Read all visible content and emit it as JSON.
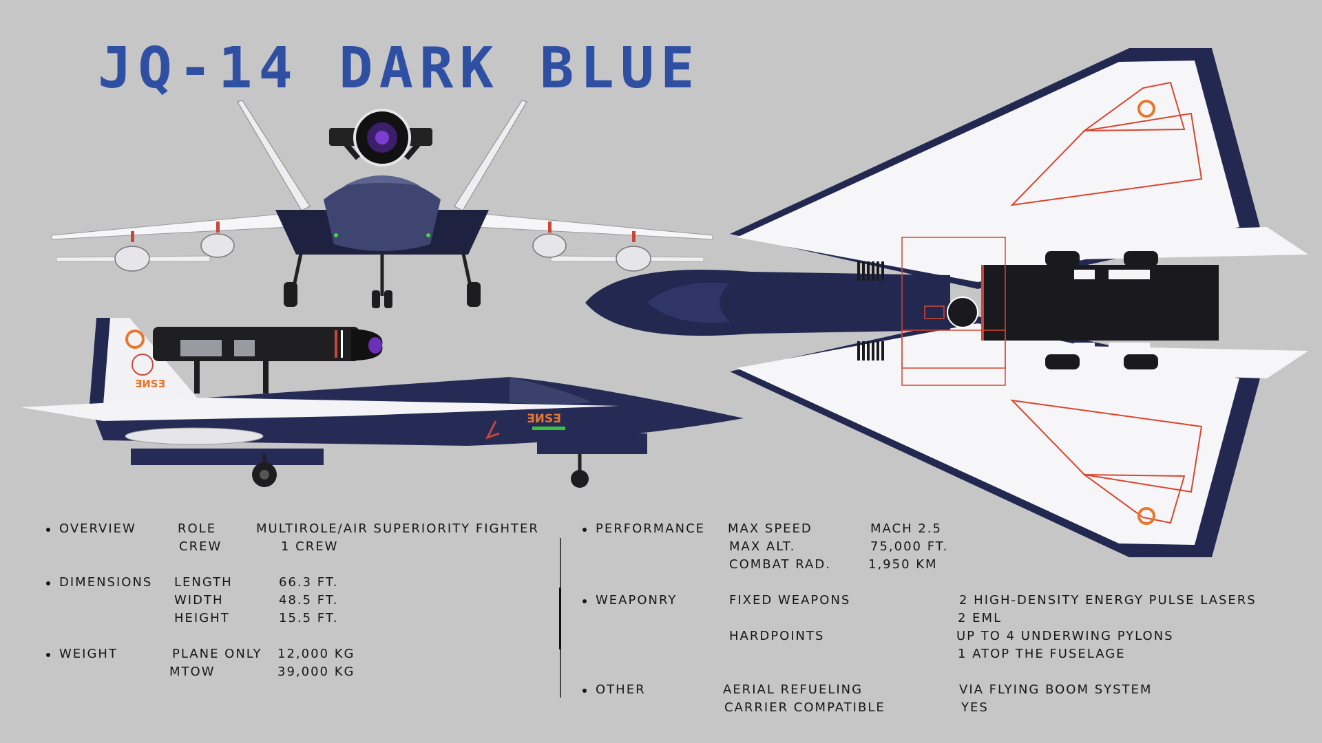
{
  "title": "JQ-14 DARK BLUE",
  "colors": {
    "background": "#c6c6c6",
    "title": "#2e4fa2",
    "navy": "#252a52",
    "accent_red": "#d9442e",
    "accent_orange": "#e8762c"
  },
  "logo_text": "ƎИSƎ",
  "specs": {
    "overview": {
      "label": "OVERVIEW",
      "role_label": "ROLE",
      "role_value": "MULTIROLE/AIR SUPERIORITY FIGHTER",
      "crew_label": "CREW",
      "crew_value": "1 CREW"
    },
    "dimensions": {
      "label": "DIMENSIONS",
      "length_label": "LENGTH",
      "length_value": "66.3 FT.",
      "width_label": "WIDTH",
      "width_value": "48.5 FT.",
      "height_label": "HEIGHT",
      "height_value": "15.5 FT."
    },
    "weight": {
      "label": "WEIGHT",
      "plane_label": "PLANE ONLY",
      "plane_value": "12,000 KG",
      "mtow_label": "MTOW",
      "mtow_value": "39,000 KG"
    },
    "performance": {
      "label": "PERFORMANCE",
      "speed_label": "MAX SPEED",
      "speed_value": "MACH 2.5",
      "alt_label": "MAX ALT.",
      "alt_value": "75,000 FT.",
      "radius_label": "COMBAT RAD.",
      "radius_value": "1,950 KM"
    },
    "weaponry": {
      "label": "WEAPONRY",
      "fixed_label": "FIXED WEAPONS",
      "fixed_value_1": "2 HIGH-DENSITY ENERGY PULSE LASERS",
      "fixed_value_2": "2 EML",
      "hard_label": "HARDPOINTS",
      "hard_value_1": "UP TO 4 UNDERWING PYLONS",
      "hard_value_2": "1 ATOP THE FUSELAGE"
    },
    "other": {
      "label": "OTHER",
      "refuel_label": "AERIAL REFUELING",
      "refuel_value": "VIA FLYING BOOM SYSTEM",
      "carrier_label": "CARRIER COMPATIBLE",
      "carrier_value": "YES"
    }
  }
}
